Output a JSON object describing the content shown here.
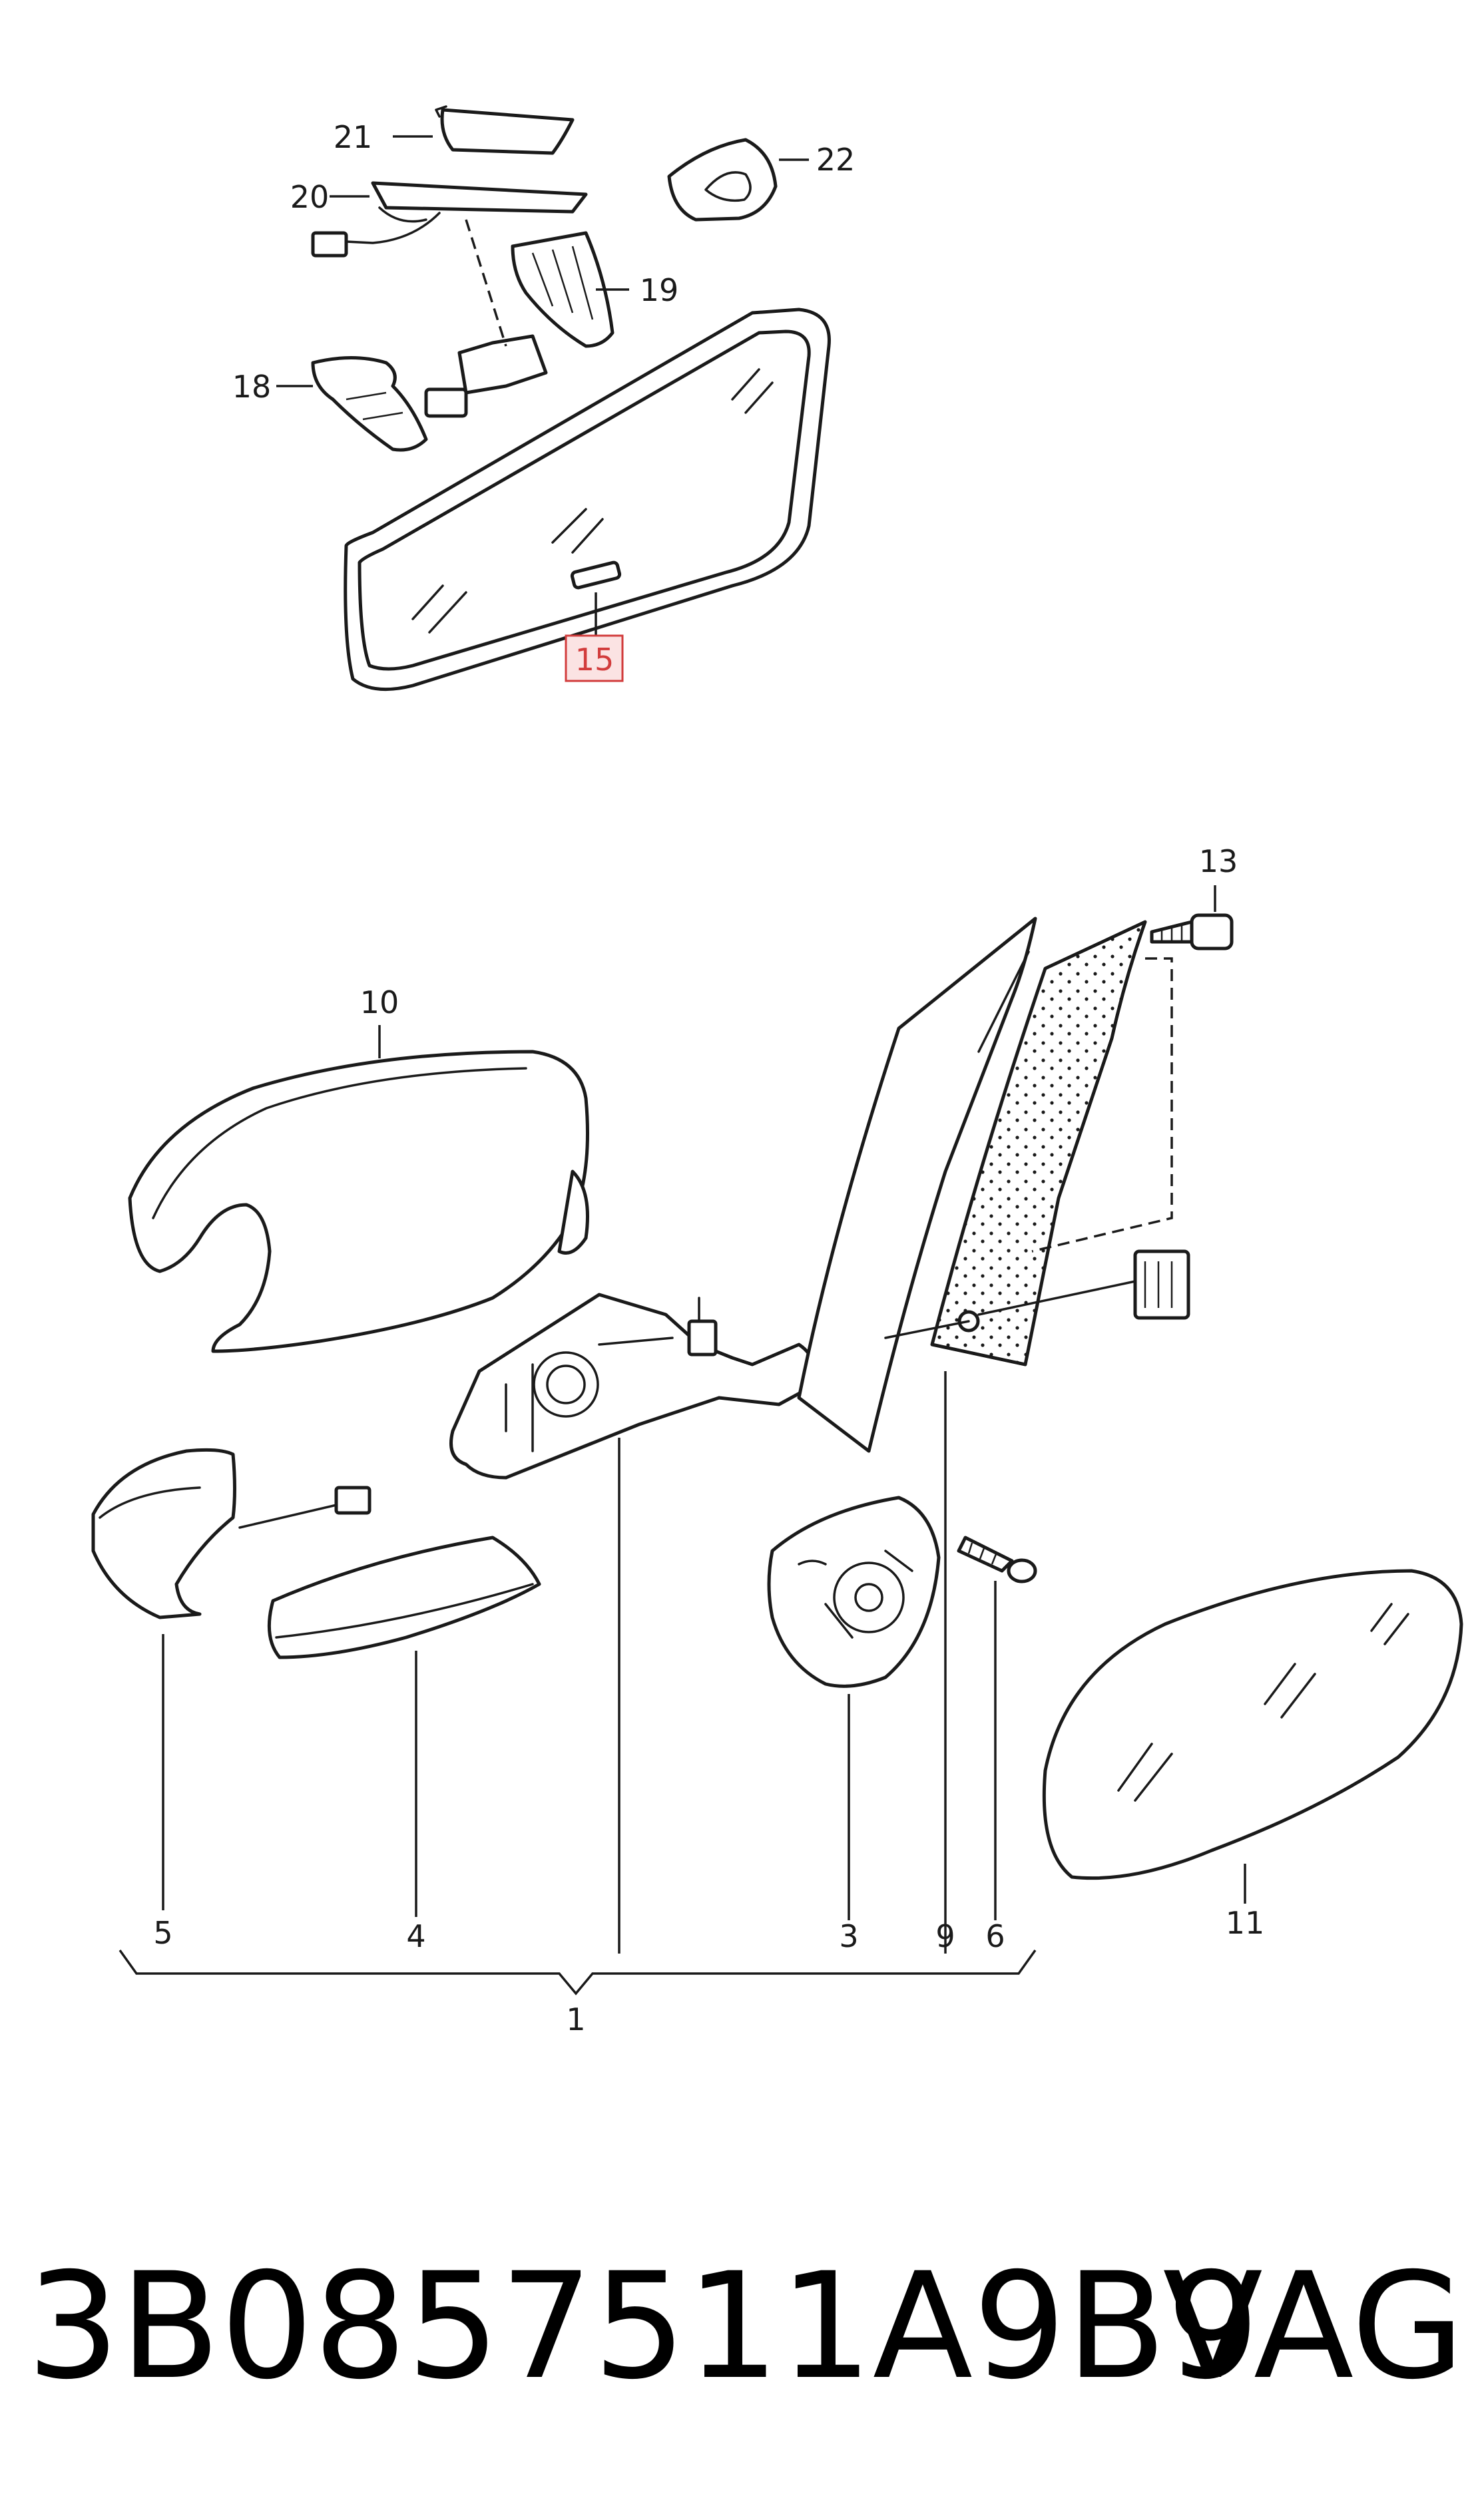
{
  "callouts": {
    "c1": "1",
    "c3": "3",
    "c4": "4",
    "c5": "5",
    "c6": "6",
    "c9": "9",
    "c10": "10",
    "c11": "11",
    "c13": "13",
    "c15": "15",
    "c18": "18",
    "c19": "19",
    "c20": "20",
    "c21": "21",
    "c22": "22"
  },
  "footer": {
    "part_number": "3B0857511A9B9",
    "brand": "VAG"
  },
  "colors": {
    "line": "#1a1a1a",
    "highlight_box": "#d23c3c",
    "highlight_fill": "#fbe3e3"
  }
}
